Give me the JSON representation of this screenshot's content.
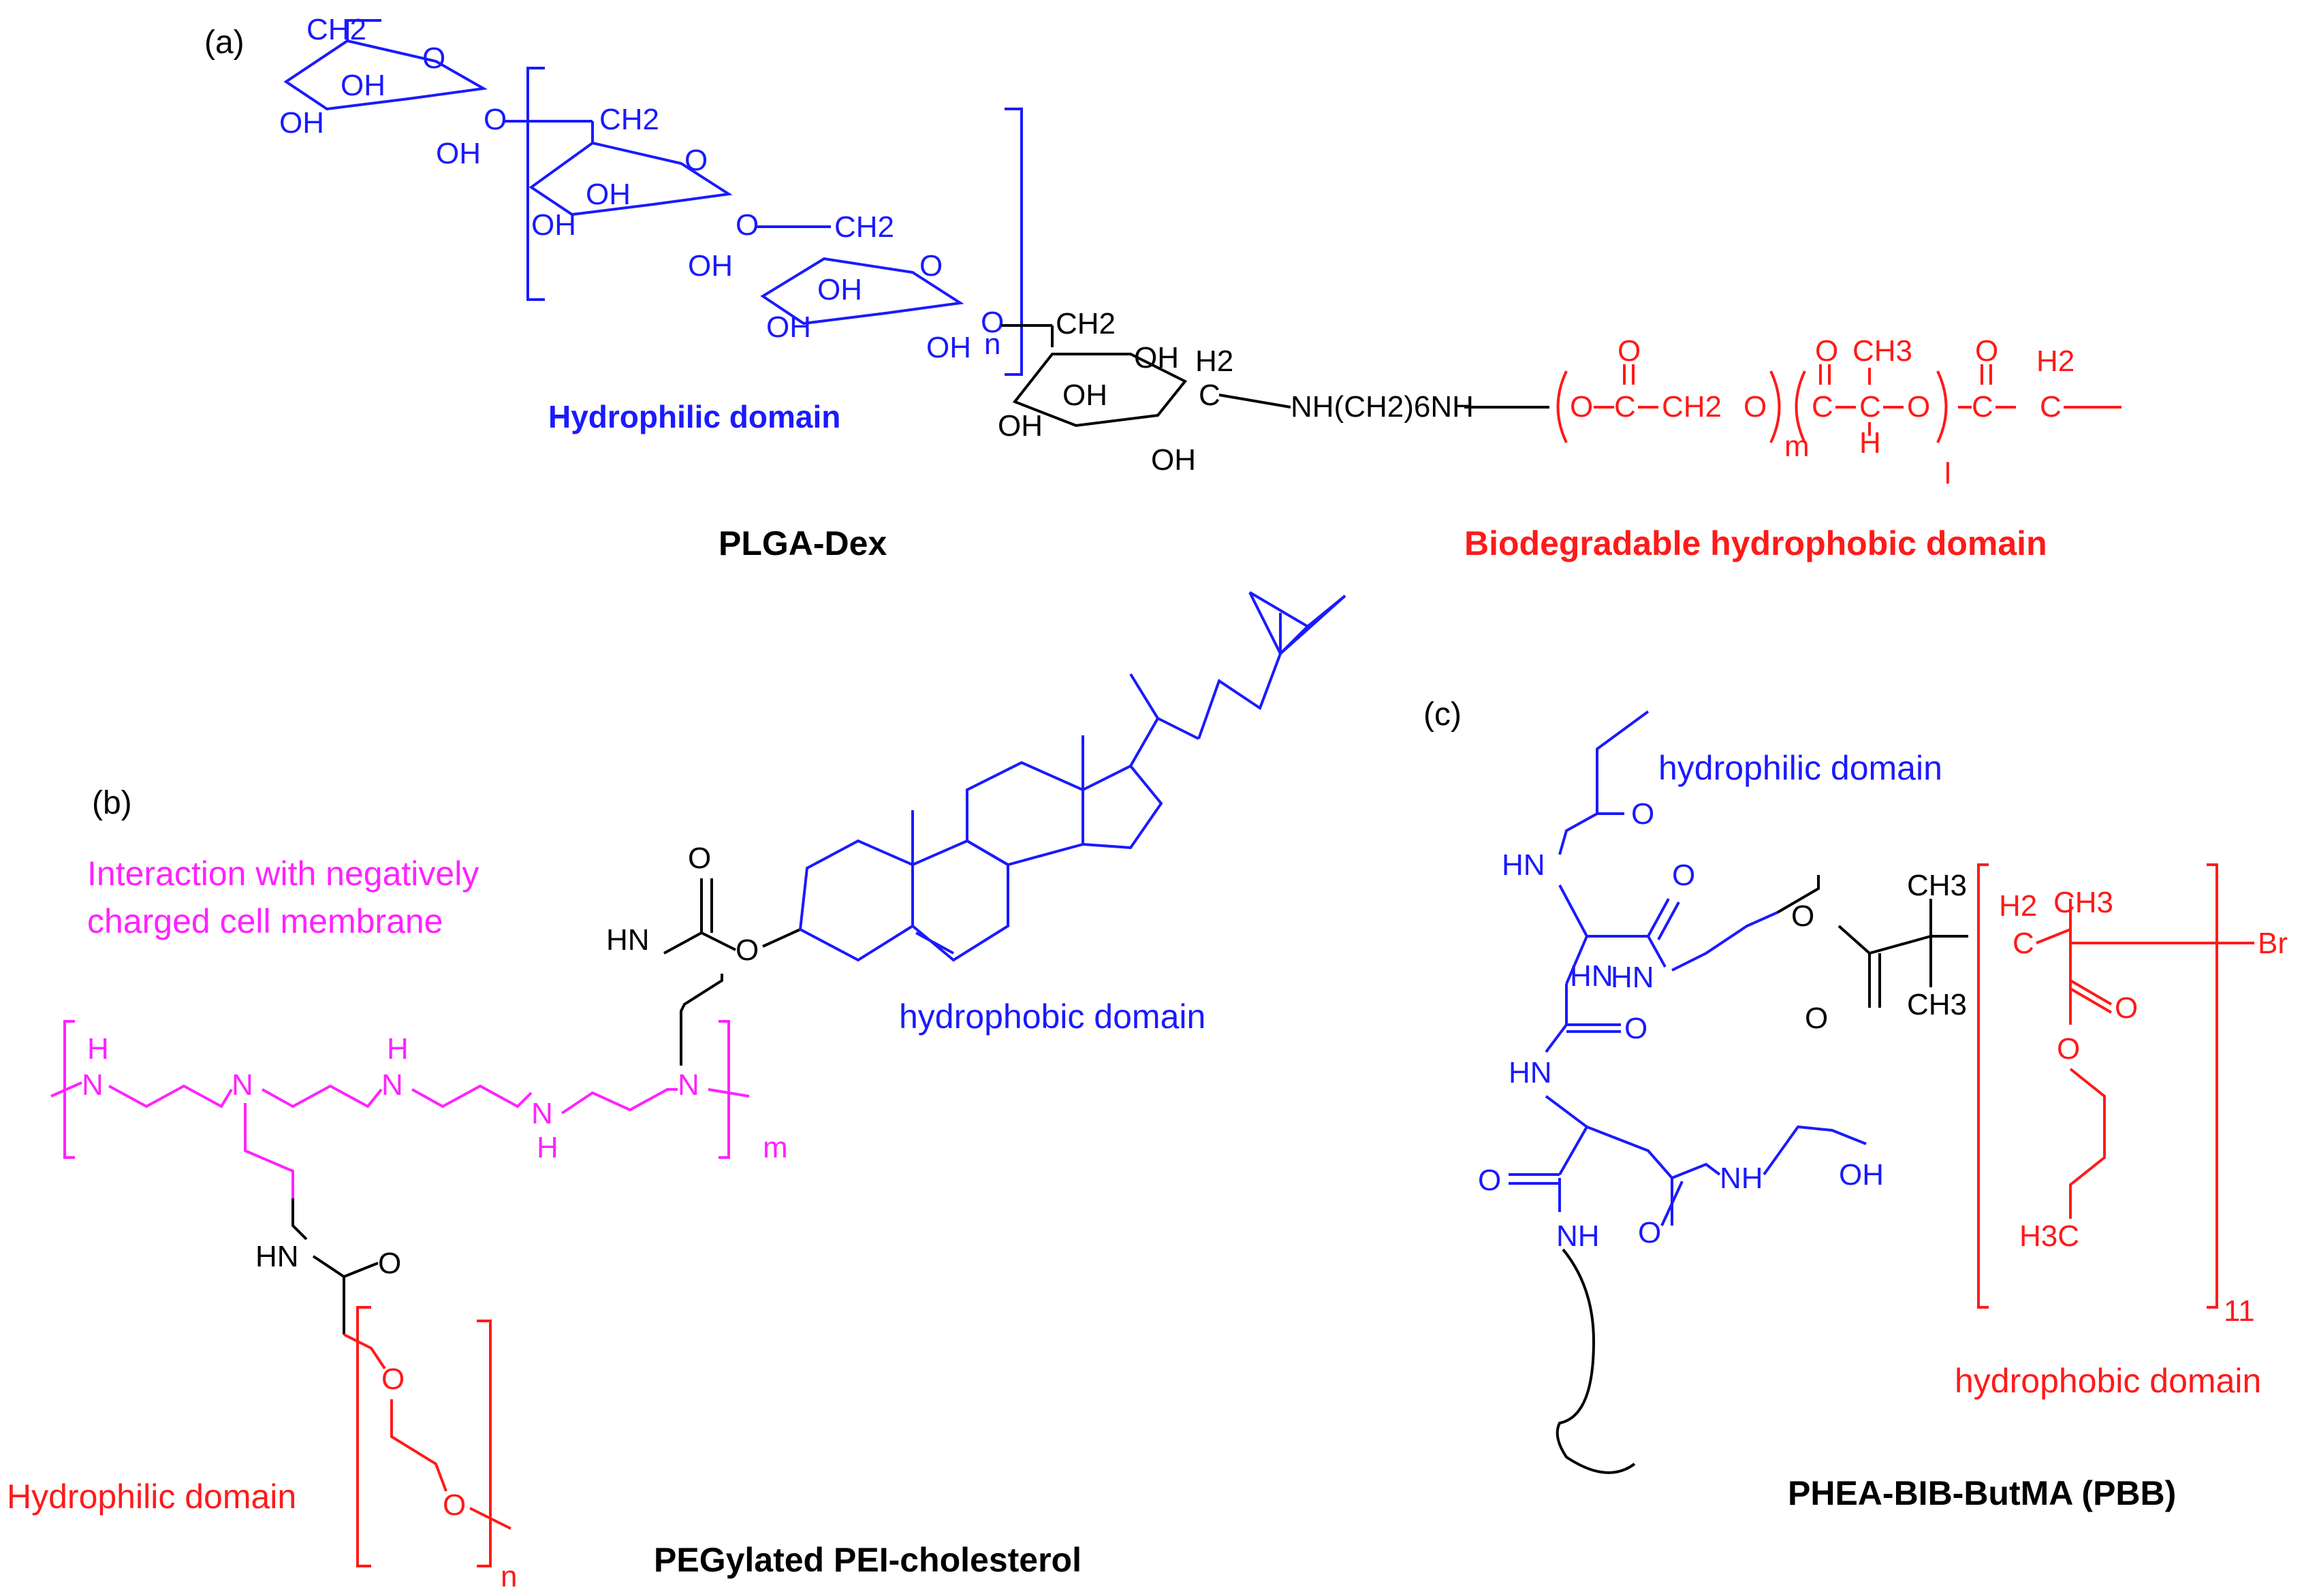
{
  "panels": {
    "a": {
      "tag": "(a)",
      "name": "PLGA-Dex",
      "hydrophilic": "Hydrophilic domain",
      "hydrophobic": "Biodegradable hydrophobic domain",
      "linker": "NH(CH2)6NH",
      "repeat_n": "n",
      "repeat_m": "m",
      "repeat_l": "l"
    },
    "b": {
      "tag": "(b)",
      "name": "PEGylated PEI-cholesterol",
      "interaction_line1": "Interaction with negatively",
      "interaction_line2": "charged cell membrane",
      "hydrophobic": "hydrophobic  domain",
      "hydrophilic": "Hydrophilic domain",
      "repeat_m": "m",
      "repeat_n": "n"
    },
    "c": {
      "tag": "(c)",
      "name": "PHEA-BIB-ButMA (PBB)",
      "hydrophilic": "hydrophilic domain",
      "hydrophobic": "hydrophobic domain",
      "repeat": "11",
      "end_group": "Br"
    }
  },
  "atoms": {
    "OH": "OH",
    "O": "O",
    "H": "H",
    "N": "N",
    "NH": "NH",
    "HN": "HN",
    "C": "C",
    "CH2": "CH2",
    "H2": "H2",
    "CH3": "CH3",
    "H3C": "H3C"
  },
  "colors": {
    "hydrophilic_blue": "#1a1aff",
    "hydrophobic_red": "#ff1a1a",
    "cationic_magenta": "#ff22ff",
    "linker_black": "#000000"
  }
}
